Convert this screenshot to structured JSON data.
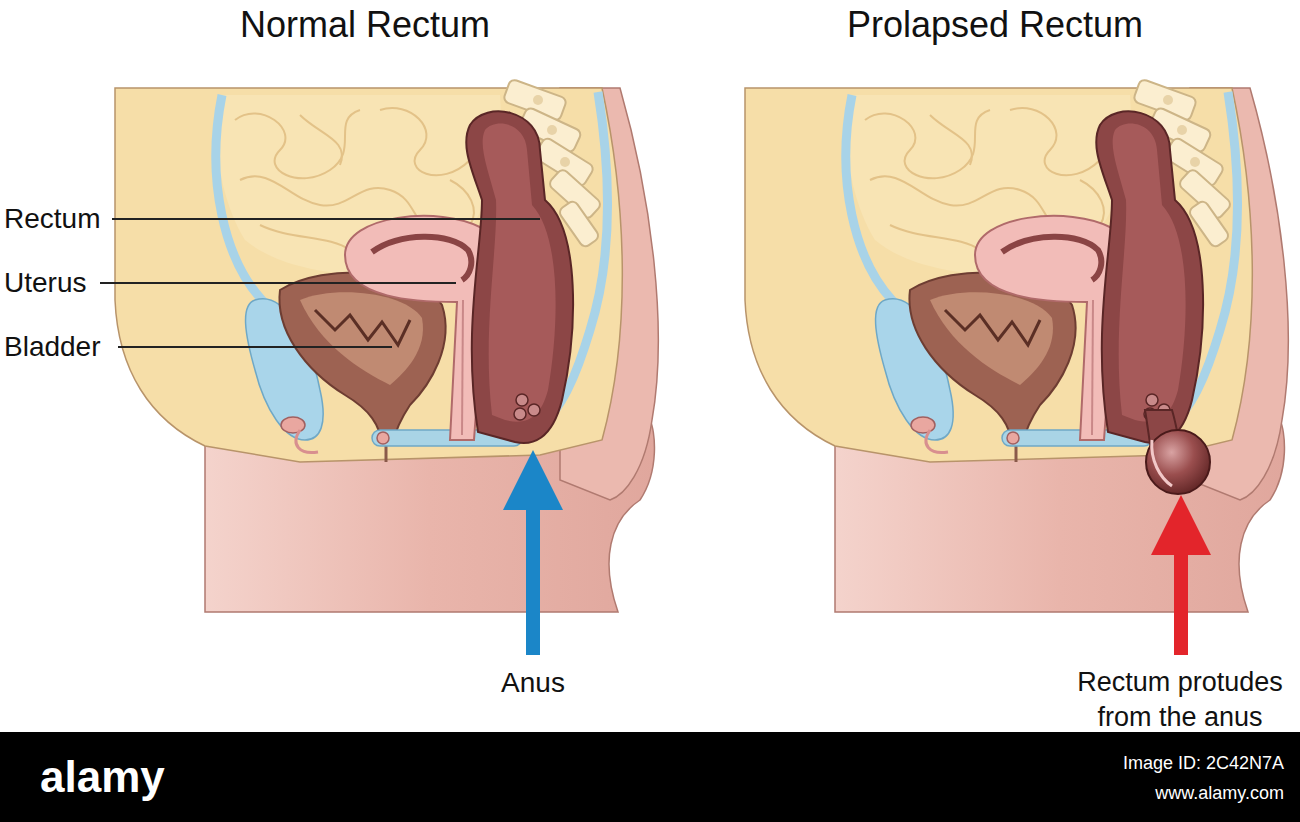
{
  "diagram": {
    "labels": [
      "Normal Rectum",
      "Prolapsed Rectum",
      "Rectum",
      "Uterus",
      "Bladder",
      "Anus",
      "Rectum protudes from the anus",
      "alamy",
      "Image ID: 2C42N7A",
      "www.alamy.com"
    ]
  }
}
